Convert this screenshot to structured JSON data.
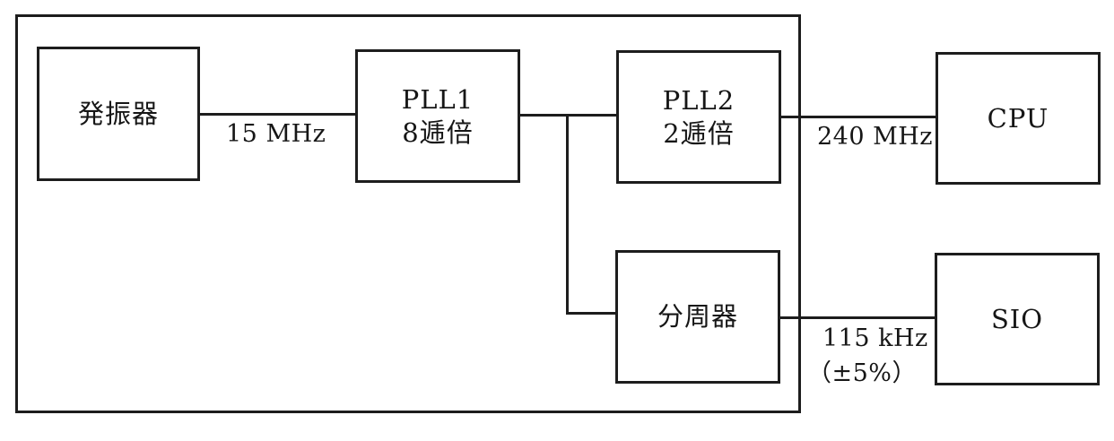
{
  "diagram": {
    "title": "clock-generation-block-diagram",
    "blocks": {
      "oscillator": {
        "label": "発振器"
      },
      "pll1": {
        "line1": "PLL1",
        "line2": "8逓倍"
      },
      "pll2": {
        "line1": "PLL2",
        "line2": "2逓倍"
      },
      "divider": {
        "label": "分周器"
      },
      "cpu": {
        "label": "CPU"
      },
      "sio": {
        "label": "SIO"
      }
    },
    "edge_labels": {
      "oscillator_to_pll1": "15 MHz",
      "pll2_to_cpu": "240 MHz",
      "divider_to_sio_freq": "115 kHz",
      "divider_to_sio_tolerance": "（±5%）"
    },
    "connections": [
      "oscillator -> pll1 (15 MHz)",
      "pll1 -> pll2",
      "pll1 output branch -> divider",
      "pll2 -> cpu (240 MHz)",
      "divider -> sio (115 kHz ±5%)"
    ],
    "colors": {
      "background": "#ffffff",
      "line": "#1d1d1d",
      "text": "#161616"
    }
  }
}
